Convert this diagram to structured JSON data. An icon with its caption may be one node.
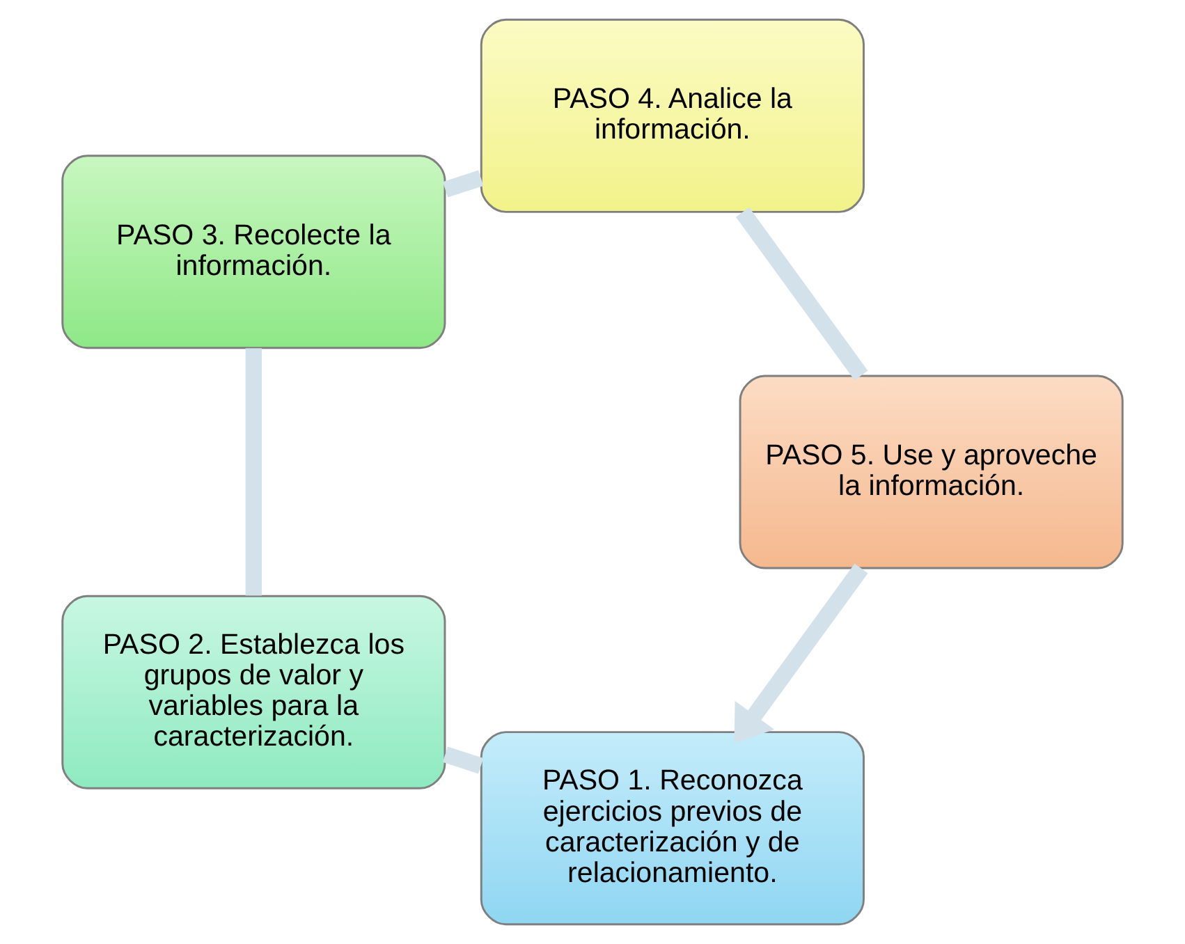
{
  "diagram": {
    "nodes": [
      {
        "text": [
          "PASO 1. Reconozca ejercicios previos de caracterización y de relacionamiento."
        ]
      },
      {
        "text": [
          "PASO 2. Establezca los grupos de valor y variables para la caracterización."
        ]
      },
      {
        "text": [
          "PASO 3. Recolecte la información."
        ]
      },
      {
        "text": [
          "PASO 4. Analice la información."
        ]
      },
      {
        "text": [
          "PASO 5. Use y aproveche la información."
        ]
      }
    ],
    "edges": [
      {
        "from": 0,
        "to": 1,
        "arrow": "none"
      },
      {
        "from": 1,
        "to": 2,
        "arrow": "none"
      },
      {
        "from": 2,
        "to": 3,
        "arrow": "none"
      },
      {
        "from": 3,
        "to": 4,
        "arrow": "none"
      },
      {
        "from": 4,
        "to": 0,
        "arrow": "to"
      }
    ]
  }
}
